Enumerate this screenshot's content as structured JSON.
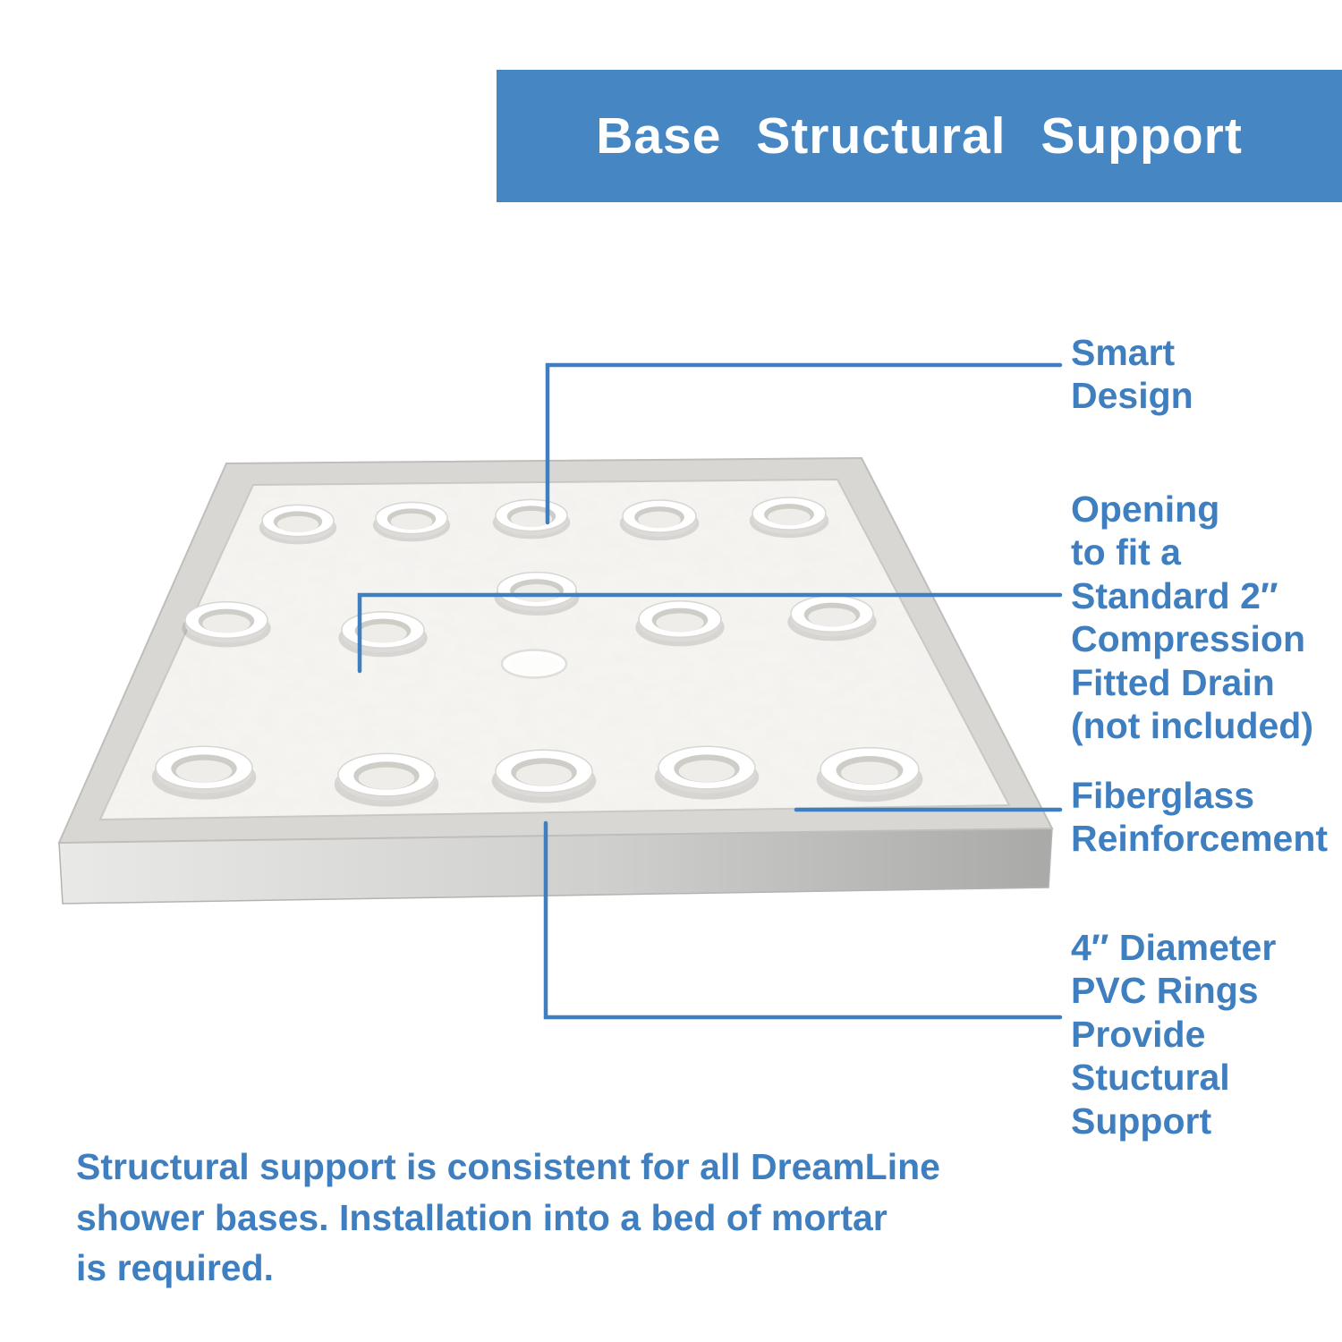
{
  "title": "Base Structural Support",
  "callouts": {
    "smart_design": {
      "label": "Smart\nDesign"
    },
    "drain_opening": {
      "label": "Opening\nto fit a\nStandard 2″\nCompression\nFitted Drain\n(not included)"
    },
    "fiberglass": {
      "label": "Fiberglass\nReinforcement"
    },
    "pvc_rings": {
      "label": "4″ Diameter\nPVC Rings\nProvide\nStuctural\nSupport"
    }
  },
  "footer": {
    "text": "Structural support is consistent for all DreamLine\nshower bases. Installation into a bed of mortar\nis required."
  },
  "illustration": {
    "description": "Isometric view of shower base underside",
    "ring_count": 15,
    "ring_rows": 3,
    "ring_columns": 5,
    "has_center_drain_opening": true
  },
  "colors": {
    "banner_blue": "#4686C3",
    "accent_blue": "#3F7FBF",
    "banner_text": "#FFFFFF",
    "base_floor": "#F6F5F2",
    "base_rim": "#D8D7D4"
  }
}
